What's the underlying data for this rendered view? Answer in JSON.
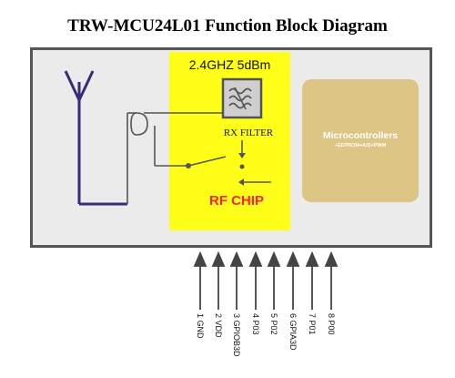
{
  "title": "TRW-MCU24L01 Function Block Diagram",
  "rf": {
    "freq_label": "2.4GHZ 5dBm",
    "rx_filter_label": "RX FILTER",
    "chip_label": "RF CHIP"
  },
  "mcu": {
    "title": "Microcontrollers",
    "subtitle": "+EEPROM+A/D+PWM"
  },
  "pins": [
    "1 GND",
    "2 VDD",
    "3 GPIOB3D",
    "4 P03",
    "5 P02",
    "6 GPIA3D",
    "7 P01",
    "8 P00"
  ],
  "colors": {
    "rf_chip_bg": "#ffff1a",
    "rf_chip_text": "#ff2020",
    "mcu_bg": "#ddc586",
    "antenna": "#3a2a7a",
    "module_bg": "#ebebeb"
  }
}
